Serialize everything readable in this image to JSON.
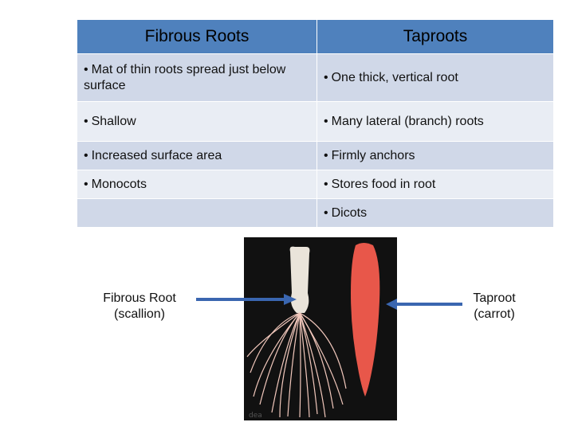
{
  "table": {
    "headers": [
      "Fibrous Roots",
      "Taproots"
    ],
    "rows": [
      [
        "Mat of thin roots spread just below surface",
        "One thick, vertical root"
      ],
      [
        "Shallow",
        "Many lateral (branch) roots"
      ],
      [
        "Increased surface area",
        "Firmly anchors"
      ],
      [
        "Monocots",
        "Stores food in root"
      ],
      [
        "",
        "Dicots"
      ]
    ]
  },
  "figure": {
    "left_label_line1": "Fibrous Root",
    "left_label_line2": "(scallion)",
    "right_label_line1": "Taproot",
    "right_label_line2": "(carrot)",
    "watermark": "dea"
  },
  "colors": {
    "header_bg": "#4f81bd",
    "row_dark": "#d0d8e8",
    "row_light": "#e9edf4",
    "arrow": "#3a66b0",
    "carrot": "#e8574a"
  }
}
